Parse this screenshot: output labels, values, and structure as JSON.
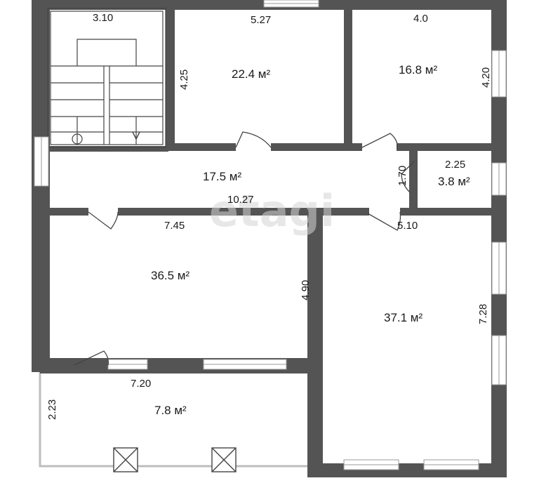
{
  "watermark": "etagi",
  "rooms": {
    "stairs": {
      "dimension": "3.10"
    },
    "room_top_middle": {
      "area": "22.4 м²",
      "width": "5.27",
      "height": "4.25"
    },
    "room_top_right": {
      "area": "16.8 м²",
      "width": "4.0",
      "height": "4.20"
    },
    "corridor": {
      "area": "17.5 м²",
      "length": "10.27"
    },
    "bathroom": {
      "area": "3.8 м²",
      "width": "2.25",
      "height": "1.70"
    },
    "room_mid_left": {
      "area": "36.5 м²",
      "width": "7.45",
      "height": "4.90"
    },
    "room_right": {
      "area": "37.1 м²",
      "width": "5.10",
      "height": "7.28"
    },
    "terrace": {
      "area": "7.8 м²",
      "width": "7.20",
      "height": "2.23"
    }
  },
  "colors": {
    "wall": "#545454",
    "window": "#cfcfcf",
    "line": "#444444",
    "terrace_border": "#bdbdbd"
  }
}
